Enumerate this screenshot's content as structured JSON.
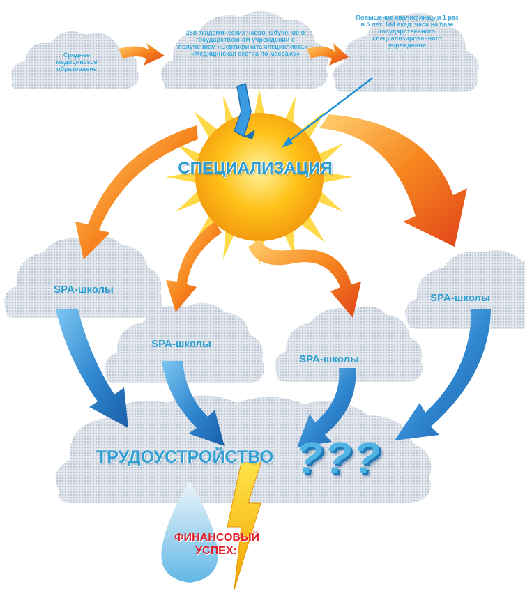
{
  "top_clouds": {
    "left_text": "Среднее медицинское образование",
    "middle_text": "288 академических часов. Обучение в государственном учреждении с получением «Сертификата специалиста» – «Медицинская сестра по массажу»",
    "right_text": "Повышение квалификации 1 раз в 5 лет. 144 акад. часа на базе государственного специализированного учреждения"
  },
  "center": {
    "title": "СПЕЦИАЛИЗАЦИЯ"
  },
  "schools": [
    {
      "label": "SPA-школы"
    },
    {
      "label": "SPA-школы"
    },
    {
      "label": "SPA-школы"
    },
    {
      "label": "SPA-школы"
    }
  ],
  "bottom": {
    "employment": "ТРУДОУСТРОЙСТВО",
    "question_marks": "???",
    "financial_success": "ФИНАНСОВЫЙ УСПЕХ:"
  },
  "colors": {
    "cloud": "#d7dde5",
    "text_blue": "#2aa6d6",
    "arrow_orange": "#f07a22",
    "arrow_blue": "#2f86cf",
    "sun": "#ffc21a",
    "lightning": "#f5c400",
    "red_text": "#e0202a"
  },
  "icons": [
    "sun-icon",
    "lightning-icon",
    "water-drop-icon",
    "ribbon-icon"
  ]
}
